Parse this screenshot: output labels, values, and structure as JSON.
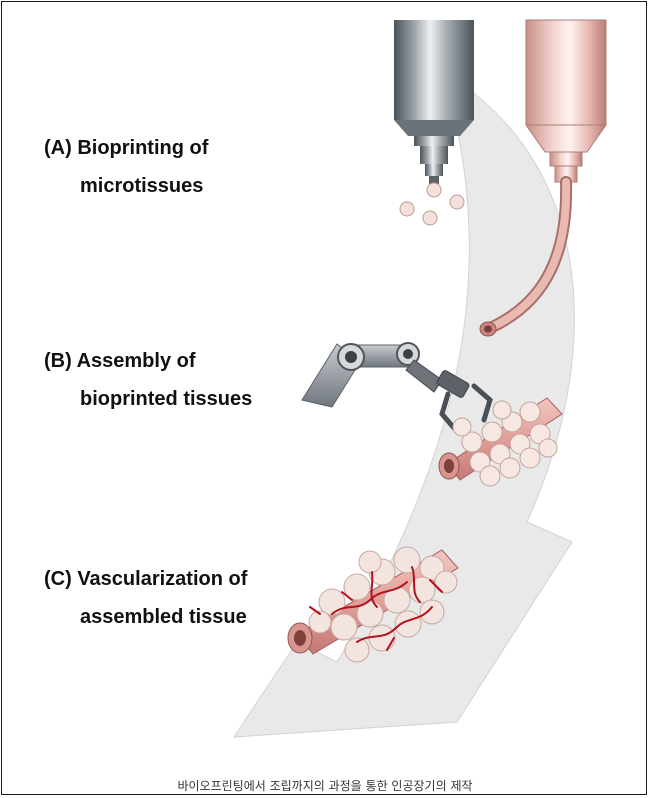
{
  "steps": [
    {
      "title": "(A) Bioprinting of",
      "title_cont": "microtissues"
    },
    {
      "title": "(B) Assembly of",
      "title_cont": "bioprinted tissues"
    },
    {
      "title": "(C) Vascularization of",
      "title_cont": "assembled tissue"
    }
  ],
  "caption": "바이오프린팅에서 조립까지의 과정을 통한 인공장기의 제작",
  "colors": {
    "arrow": "#e8e8e8",
    "metal_dark": "#5f666d",
    "metal_light": "#d7dbde",
    "nozzle_pink": "#e9b9b3",
    "tissue_pink": "#d98f8a",
    "cell_fill": "#f3ded8",
    "vessel_red": "#b3121f",
    "robot_gray": "#9da3a8"
  }
}
